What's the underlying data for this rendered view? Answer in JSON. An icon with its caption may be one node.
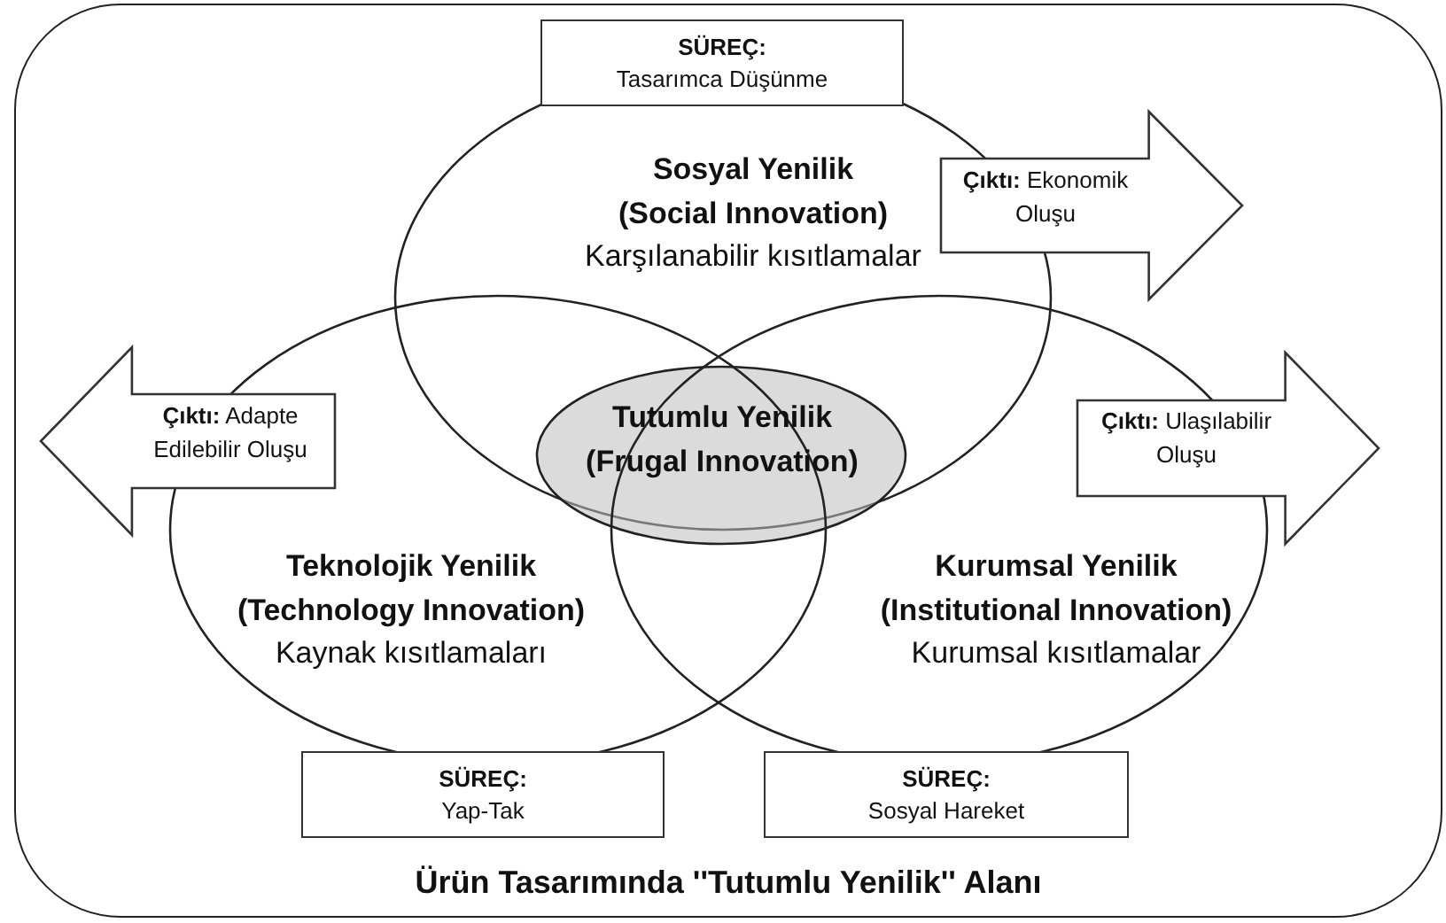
{
  "diagram": {
    "nodes": [
      {
        "text": [
          "Ürün Tasarımında ''Tutumlu Yenilik'' Alanı"
        ]
      },
      {
        "text": [
          "SÜREÇ:",
          "Tasarımca Düşünme"
        ],
        "in": 0
      },
      {
        "text": [
          "Sosyal Yenilik (Social Innovation)",
          "Karşılanabilir kısıtlamalar"
        ],
        "in": 0
      },
      {
        "text": [
          "**Çıktı:** Ekonomik Oluşu"
        ],
        "in": 0
      },
      {
        "text": [
          "**Çıktı:** Adapte Edilebilir Oluşu"
        ],
        "in": 0
      },
      {
        "text": [
          "Tutumlu Yenilik (Frugal Innovation)"
        ],
        "in": 0
      },
      {
        "text": [
          "**Çıktı:** Ulaşılabilir Oluşu"
        ],
        "in": 0
      },
      {
        "text": [
          "Teknolojik Yenilik (Technology Innovation)",
          "Kaynak kısıtlamaları"
        ],
        "in": 0
      },
      {
        "text": [
          "Kurumsal Yenilik (Institutional Innovation)",
          "Kurumsal kısıtlamalar"
        ],
        "in": 0
      },
      {
        "text": [
          "SÜREÇ:",
          "Yap-Tak"
        ],
        "in": 0
      },
      {
        "text": [
          "SÜREÇ:",
          "Sosyal Hareket"
        ],
        "in": 0
      }
    ],
    "edges": []
  }
}
